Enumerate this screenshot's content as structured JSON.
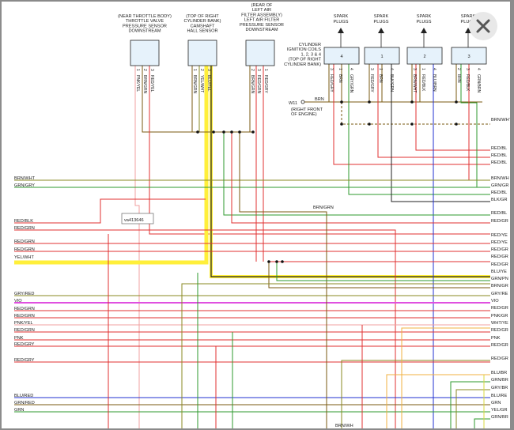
{
  "sensors": [
    {
      "id": "throttle",
      "desc": [
        "(NEAR THROTTLE BODY)",
        "THROTTLE VALVE",
        "PRESSURE SENSOR",
        "DOWNSTREAM"
      ],
      "pins": [
        {
          "num": "1",
          "wire": "PNK/YEL"
        },
        {
          "num": "2",
          "wire": "BRN/GRN"
        },
        {
          "num": "3",
          "wire": "RED/YEL"
        }
      ]
    },
    {
      "id": "camshaft",
      "desc": [
        "(TOP OF RIGHT",
        "CYLINDER BANK)",
        "CAMSHAFT",
        "HALL SENSOR"
      ],
      "pins": [
        {
          "num": "1",
          "wire": "BRN/GRN"
        },
        {
          "num": "2",
          "wire": "YEL/WHT"
        },
        {
          "num": "3",
          "wire": "BLU/YEL"
        }
      ]
    },
    {
      "id": "airfilter",
      "desc": [
        "(REAR OF",
        "LEFT AIR",
        "FILTER ASSEMBLY)",
        "LEFT AIR FILTER",
        "PRESSURE SENSOR",
        "DOWNSTREAM"
      ],
      "pins": [
        {
          "num": "2",
          "wire": "BRN/GRN"
        },
        {
          "num": "3",
          "wire": "RED/GRN"
        },
        {
          "num": "1",
          "wire": "RED/GRY"
        }
      ]
    }
  ],
  "coils": {
    "header": "SPARK PLUGS",
    "label": [
      "CYLINDER",
      "IGNITION COILS",
      "1, 2, 3 & 4",
      "(TOP OF RIGHT",
      "CYLINDER BANK)"
    ],
    "items": [
      {
        "num": "4",
        "pins": [
          {
            "num": "3",
            "wire": "RED/GRY"
          },
          {
            "num": "1",
            "wire": "BRN"
          },
          {
            "num": "4",
            "wire": "GRY/GRN"
          }
        ]
      },
      {
        "num": "1",
        "pins": [
          {
            "num": "3",
            "wire": "RED/GRY"
          },
          {
            "num": "1",
            "wire": "BRN"
          },
          {
            "num": "4",
            "wire": "BLK/GRN"
          }
        ]
      },
      {
        "num": "2",
        "pins": [
          {
            "num": "3",
            "wire": "BRN/WHT"
          },
          {
            "num": "1",
            "wire": "RED/BLK"
          },
          {
            "num": "4",
            "wire": "BLU/BRN"
          }
        ]
      },
      {
        "num": "3",
        "pins": [
          {
            "num": "2",
            "wire": "BRN"
          },
          {
            "num": "3",
            "wire": "RED/BLK"
          },
          {
            "num": "4",
            "wire": "GRN/BRN"
          }
        ]
      }
    ]
  },
  "ground": {
    "code": "W11",
    "desc": [
      "(RIGHT FRONT",
      "OF ENGINE)"
    ],
    "wire": "BRN"
  },
  "watermark": "va413646",
  "left_labels": [
    "BRN/WHT",
    "GRN/GRY",
    "RED/BLK",
    "RED/GRN",
    "RED/GRN",
    "RED/GRN",
    "YEL/WHT",
    "GRY/RED",
    "VIO",
    "RED/GRN",
    "RED/GRN",
    "PNK/YEL",
    "RED/GRN",
    "PNK",
    "RED/GRY",
    "RED/GRY",
    "BLU/RED",
    "GRN/RED",
    "GRN"
  ],
  "right_labels": [
    "BRN/WHT",
    "RED/BL",
    "RED/BL",
    "RED/BL",
    "BRN/WH",
    "GRN/GR",
    "RED/BL",
    "BLK/GR",
    "RED/BL",
    "RED/GR",
    "RED/YE",
    "RED/YE",
    "RED/GR",
    "RED/GR",
    "RED/GR",
    "BLU/YE",
    "GRN/PN",
    "BRN/GR",
    "GRY/RE",
    "VIO",
    "RED/GR",
    "PNK/GR",
    "WHT/YE",
    "RED/GR",
    "PNK",
    "RED/GR",
    "RED/GR",
    "BLU/BR",
    "GRN/BR",
    "GRY/BR",
    "BLU/RE",
    "GRN",
    "YEL/GR",
    "GRN/BR"
  ],
  "mid_labels": {
    "brn_grn": "BRN/GRN",
    "brn_wht_bottom": "BRN/WH"
  },
  "colors": {
    "yellow": "#ffef3a",
    "brown": "#7a5a10",
    "red": "#e03030",
    "green": "#2e9a2e",
    "olive": "#8a8a20",
    "violet": "#e050e0",
    "blue": "#2030d0",
    "pink": "#f0a0a0",
    "orange": "#f0b040"
  },
  "close": {
    "icon": "close-icon"
  }
}
